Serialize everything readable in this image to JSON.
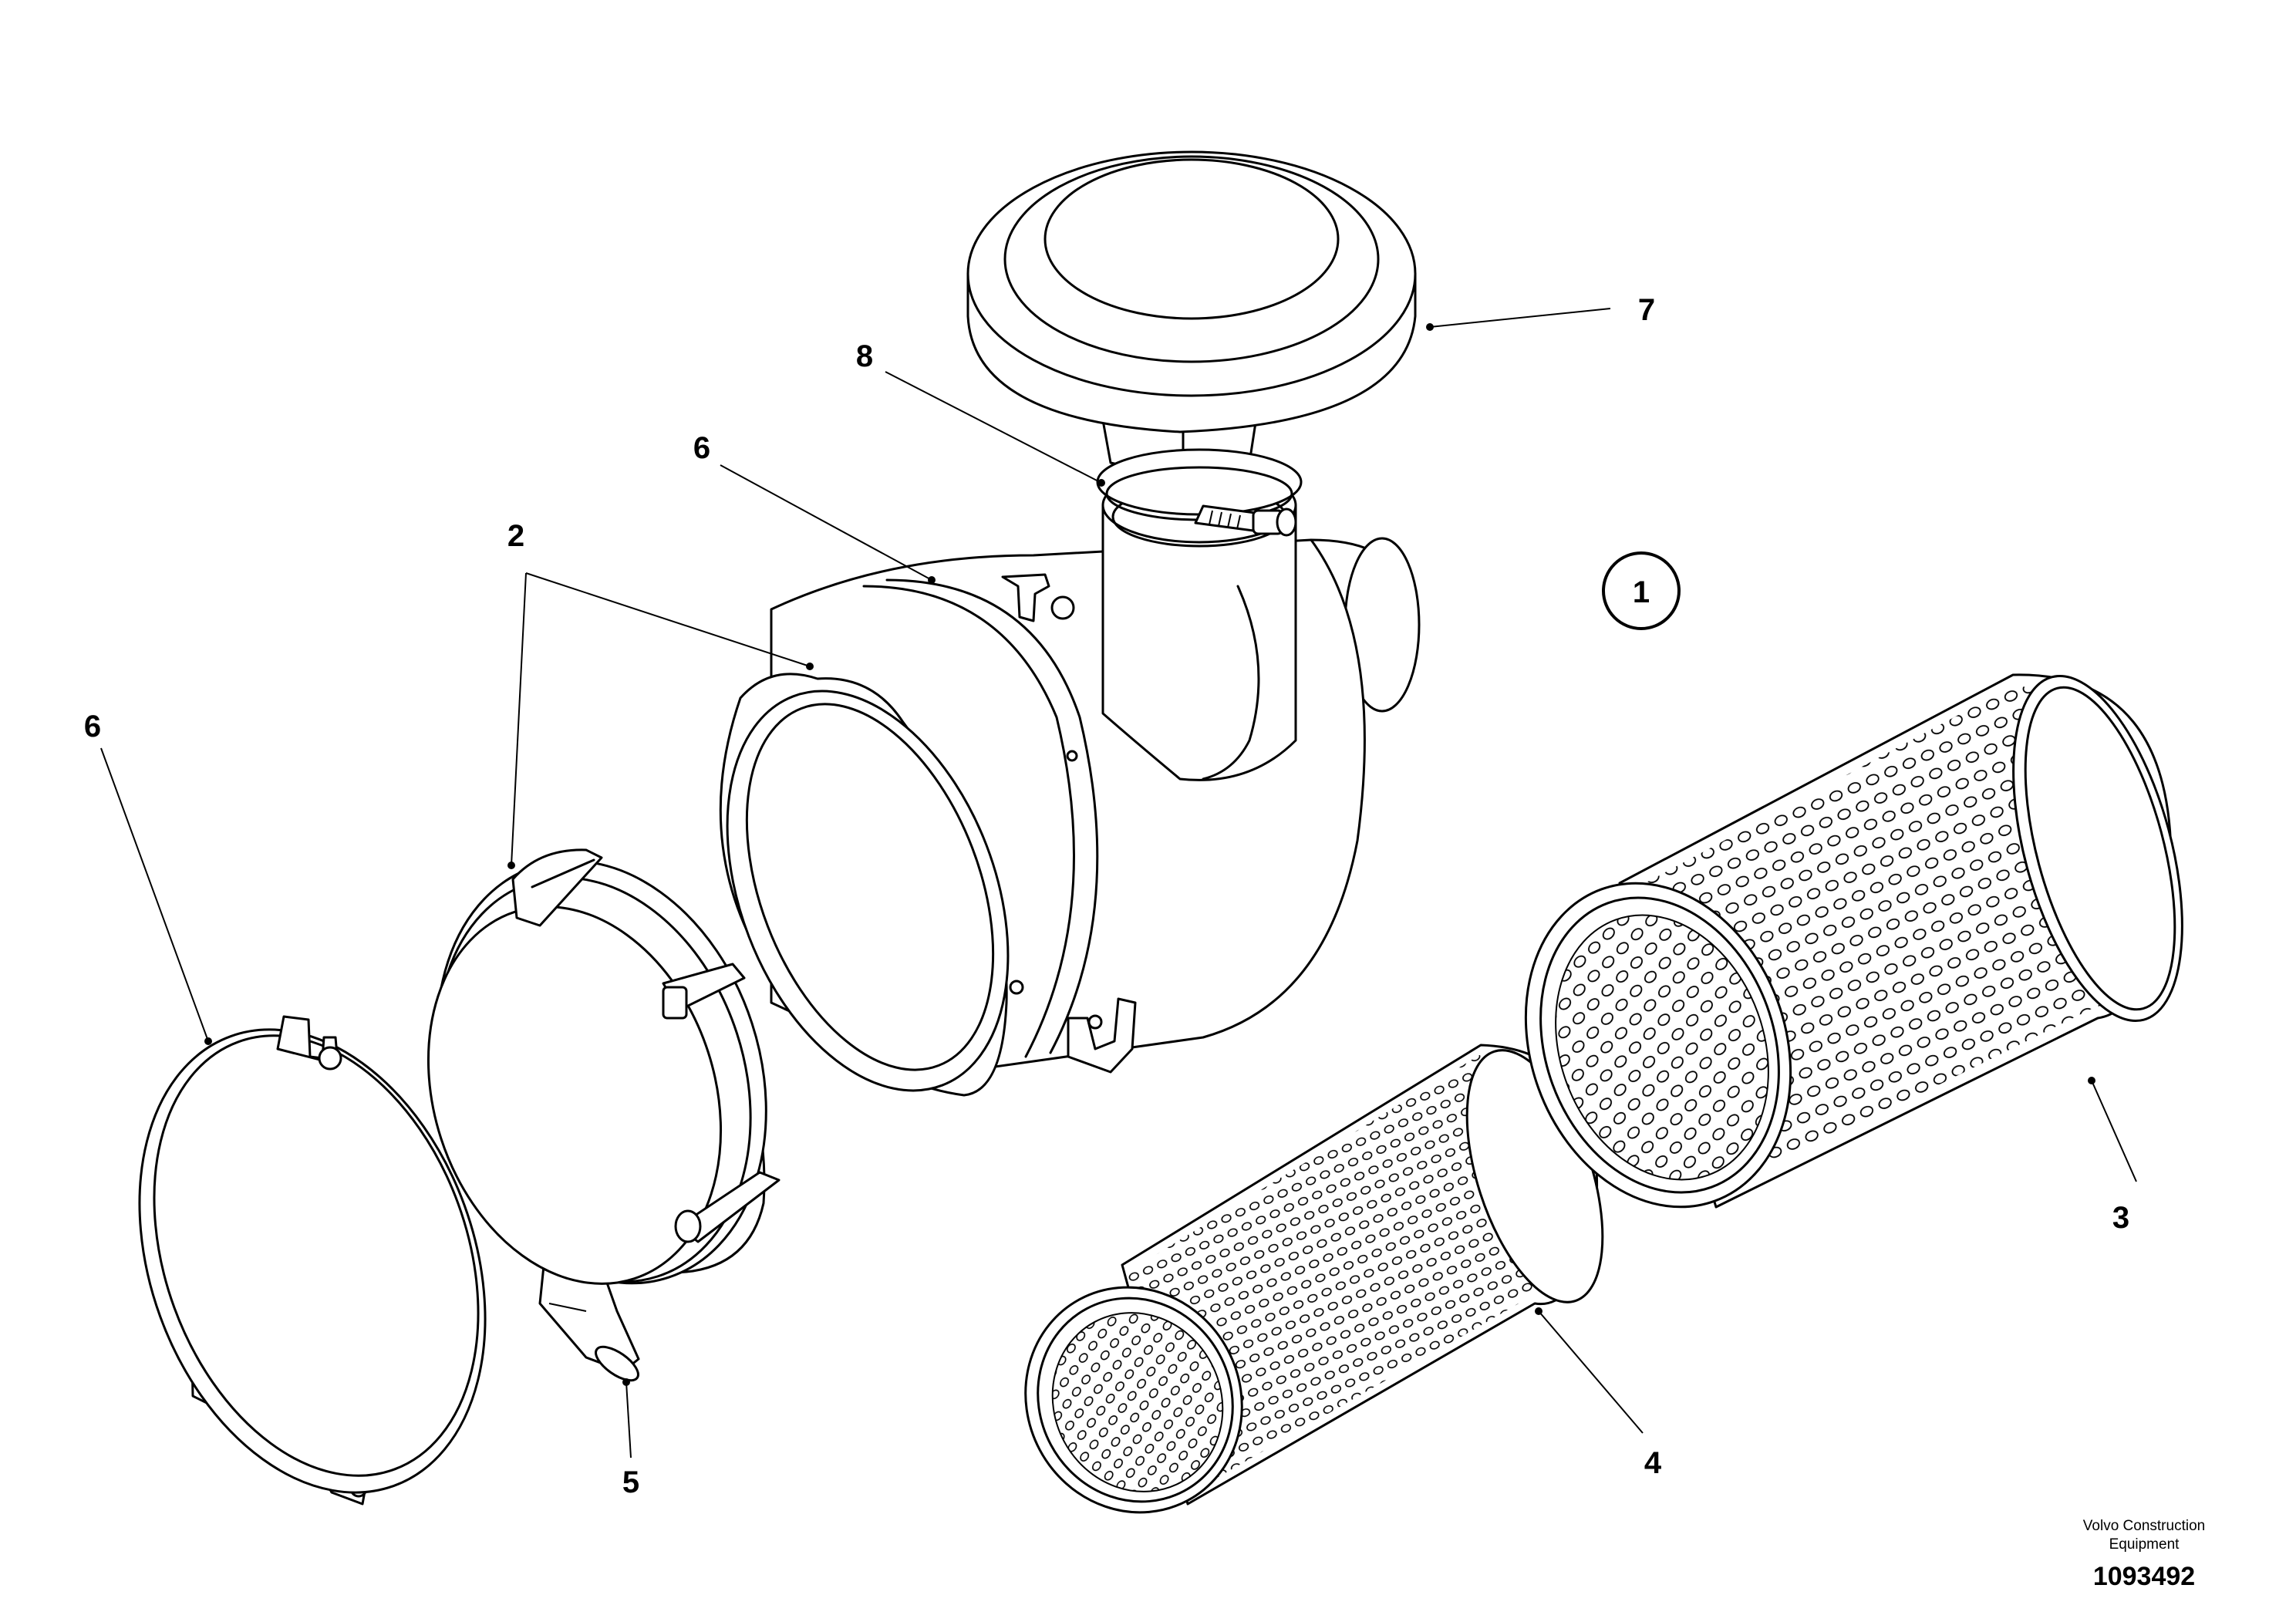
{
  "figure": {
    "view_number": "1",
    "company_line1": "Volvo Construction",
    "company_line2": "Equipment",
    "drawing_number": "1093492"
  },
  "callouts": [
    {
      "id": "c7",
      "label": "7"
    },
    {
      "id": "c8",
      "label": "8"
    },
    {
      "id": "c6-top",
      "label": "6"
    },
    {
      "id": "c2",
      "label": "2"
    },
    {
      "id": "c6-left",
      "label": "6"
    },
    {
      "id": "c5",
      "label": "5"
    },
    {
      "id": "c4",
      "label": "4"
    },
    {
      "id": "c3",
      "label": "3"
    }
  ]
}
